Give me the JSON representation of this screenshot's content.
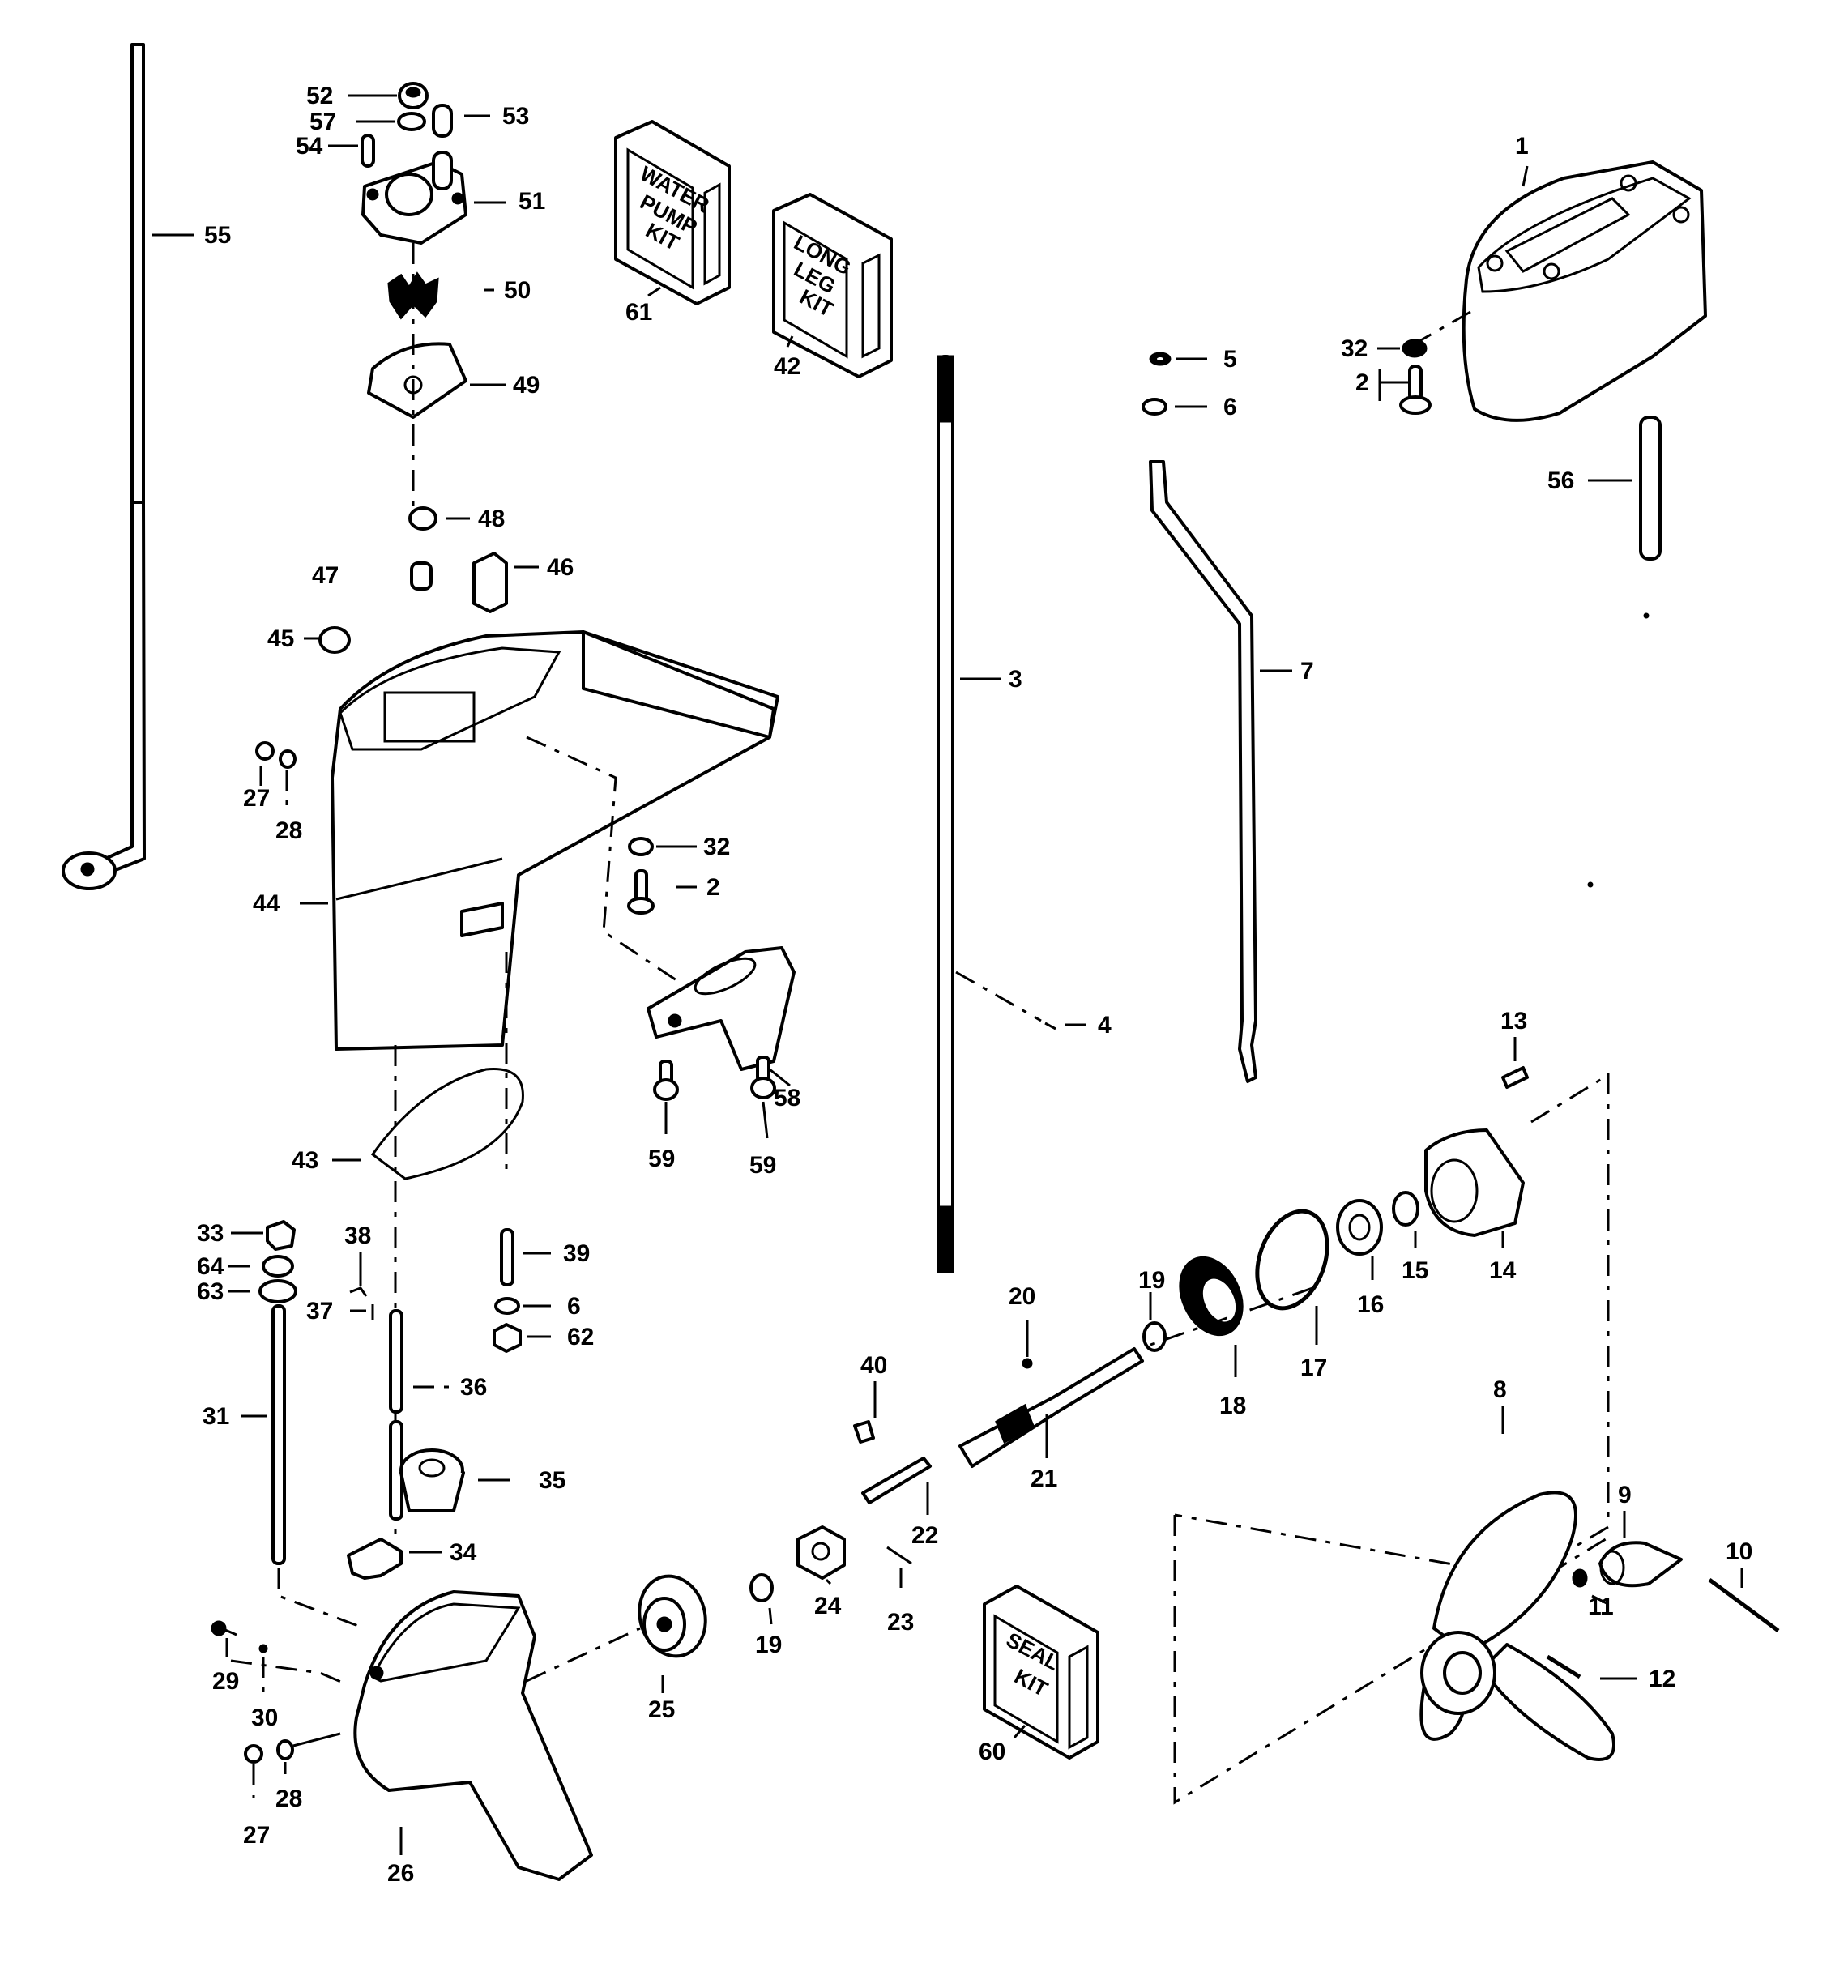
{
  "diagram": {
    "type": "exploded-parts-diagram",
    "subject": "Outboard gearcase / lower unit"
  },
  "kits": {
    "water_pump": {
      "line1": "WATER",
      "line2": "PUMP",
      "line3": "KIT",
      "ref": "61"
    },
    "long_leg": {
      "line1": "LONG",
      "line2": "LEG",
      "line3": "KIT",
      "ref": "42"
    },
    "seal": {
      "line1": "SEAL",
      "line2": "KIT",
      "ref": "60"
    }
  },
  "labels": {
    "p1": "1",
    "p2a": "2",
    "p2b": "2",
    "p3": "3",
    "p4": "4",
    "p5": "5",
    "p6a": "6",
    "p6b": "6",
    "p7": "7",
    "p8": "8",
    "p9": "9",
    "p10": "10",
    "p11": "11",
    "p12": "12",
    "p13": "13",
    "p14": "14",
    "p15": "15",
    "p16": "16",
    "p17": "17",
    "p18": "18",
    "p19a": "19",
    "p19b": "19",
    "p20": "20",
    "p21": "21",
    "p22": "22",
    "p23": "23",
    "p24": "24",
    "p25": "25",
    "p26": "26",
    "p27a": "27",
    "p27b": "27",
    "p28a": "28",
    "p28b": "28",
    "p29": "29",
    "p30": "30",
    "p31": "31",
    "p32a": "32",
    "p32b": "32",
    "p33": "33",
    "p34": "34",
    "p35": "35",
    "p36": "36",
    "p37": "37",
    "p38": "38",
    "p39": "39",
    "p40": "40",
    "p43": "43",
    "p44": "44",
    "p45": "45",
    "p46": "46",
    "p47": "47",
    "p48": "48",
    "p49": "49",
    "p50": "50",
    "p51": "51",
    "p52": "52",
    "p53": "53",
    "p54": "54",
    "p55": "55",
    "p56": "56",
    "p57": "57",
    "p58": "58",
    "p59a": "59",
    "p59b": "59",
    "p62": "62",
    "p63": "63",
    "p64": "64"
  }
}
